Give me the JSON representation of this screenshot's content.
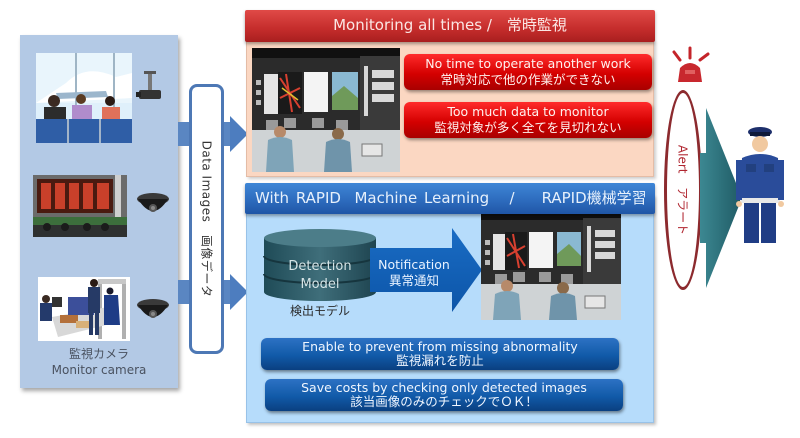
{
  "camera_panel": {
    "label_ja": "監視カメラ",
    "label_en": "Monitor camera",
    "scenes": [
      "airport-lounge",
      "station-departure-board",
      "security-checkpoint"
    ],
    "camera_icons": [
      "ceiling-camera-icon",
      "dome-camera-icon",
      "dome-camera-icon"
    ]
  },
  "data_images": {
    "label": "Data Images　画像データ"
  },
  "monitoring": {
    "header": "Monitoring all times /　常時監視",
    "problems": [
      {
        "en": "No time to operate another work",
        "ja": "常時対応で他の作業ができない"
      },
      {
        "en": "Too much data to monitor",
        "ja": "監視対象が多く全てを見切れない"
      }
    ]
  },
  "rapid": {
    "header": "With RAPID  Machine Learning   /    RAPID機械学習",
    "model": {
      "line1": "Detection",
      "line2": "Model",
      "caption": "検出モデル"
    },
    "notification": {
      "en": "Notification",
      "ja": "異常通知"
    },
    "benefits": [
      {
        "en": "Enable to prevent from missing abnormality",
        "ja": "監視漏れを防止"
      },
      {
        "en": "Save costs by checking only detected images",
        "ja": "該当画像のみのチェックでＯＫ！"
      }
    ]
  },
  "alert": {
    "label": "Alert  アラート"
  },
  "colors": {
    "red_header": "#c42c2b",
    "red_button": "#d40000",
    "blue_header": "#2e6cbe",
    "blue_button": "#115aa8",
    "panel_blue": "#b3c9e5",
    "section_peach": "#fbd7c2",
    "section_lightblue": "#b6dcfb",
    "alert_oval": "#8c2a2e",
    "alert_arrow": "#2e6f7a"
  }
}
